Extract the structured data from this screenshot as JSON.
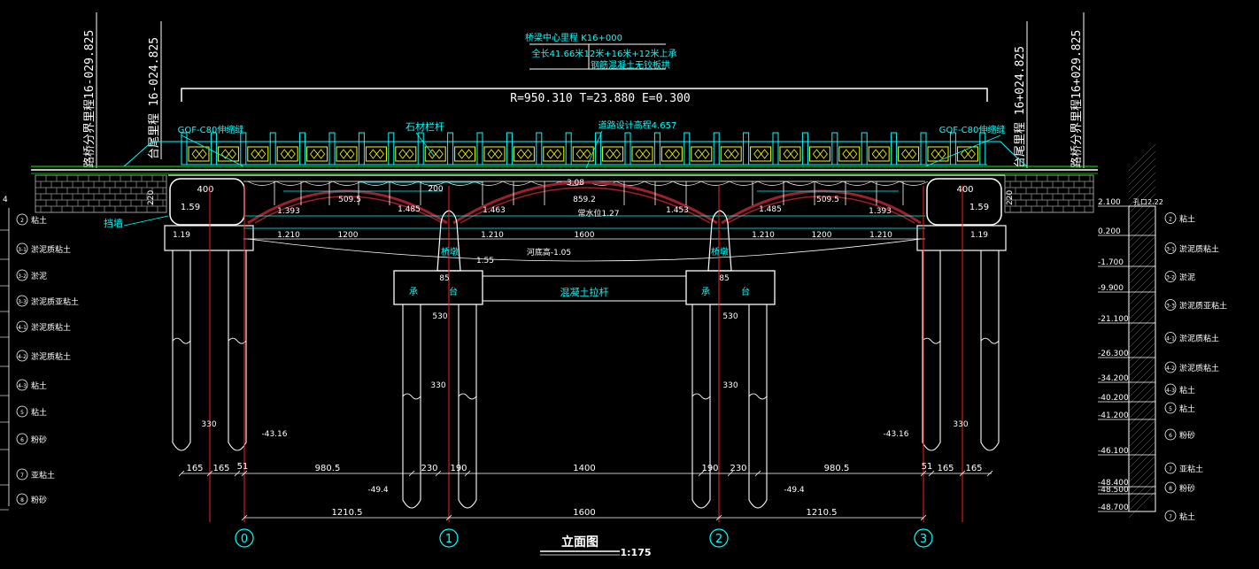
{
  "title_block": {
    "center_station": "桥梁中心里程 K16+000",
    "total_length": "全长41.66米",
    "spans": "12米+16米+12米上承",
    "structure": "钢筋混凝土无铰板拱"
  },
  "curve_params": "R=950.310   T=23.880   E=0.300",
  "stations": {
    "left_outer": "路桥分界里程16-029.825",
    "left_inner": "台尾里程  16-024.825",
    "right_inner": "台尾里程  16+024.825",
    "right_outer": "路桥分界里程16+029.825"
  },
  "labels": {
    "joint_left": "GQF-C80伸缩缝",
    "joint_right": "GQF-C80伸缩缝",
    "railing": "石材栏杆",
    "design_elev": "道路设计高程4.657",
    "retaining": "挡墙",
    "pier_left": "桥墩",
    "pier_right": "桥墩",
    "riverbed": "河底高-1.05",
    "water_level": "常水位1.27",
    "tie_beam": "混凝土拉杆",
    "cap_left_a": "承",
    "cap_left_b": "台",
    "cap_right_a": "承",
    "cap_right_b": "台"
  },
  "dimensions": {
    "abut_box": "400",
    "abut_h": "220",
    "span_side": "509.5",
    "span_mid": "859.2",
    "crown_gap": "200",
    "rise_left": "1.485",
    "rise_mid_a": "1.463",
    "rise_mid_b": "1.453",
    "rise_right": "1.485",
    "elev_159": "1.59",
    "elev_1393": "1.393",
    "elev_119": "1.19",
    "elev_1210": "1.210",
    "span_1200": "1200",
    "span_1600": "1600",
    "crown_308": "3.08",
    "pier_155": "1.55",
    "pier_85": "85",
    "cap_530": "530",
    "pile_330": "330",
    "pile_tip_left": "-43.16",
    "pile_tip_right": "-43.16",
    "pile_tip_mid_l": "-49.4",
    "pile_tip_mid_r": "-49.4",
    "d165": "165",
    "d51": "51",
    "d980": "980.5",
    "d230": "230",
    "d190": "190",
    "d1400": "1400",
    "d1210": "1210.5"
  },
  "axes": [
    "0",
    "1",
    "2",
    "3"
  ],
  "drawing_title": "立面图",
  "scale": "1:175",
  "left_legend": [
    {
      "id": "2",
      "name": "粘土"
    },
    {
      "id": "3-1",
      "name": "淤泥质粘土"
    },
    {
      "id": "3-2",
      "name": "淤泥"
    },
    {
      "id": "3-3",
      "name": "淤泥质亚粘土"
    },
    {
      "id": "4-1",
      "name": "淤泥质粘土"
    },
    {
      "id": "4-2",
      "name": "淤泥质粘土"
    },
    {
      "id": "4-3",
      "name": "粘土"
    },
    {
      "id": "5",
      "name": "粘土"
    },
    {
      "id": "6",
      "name": "粉砂"
    },
    {
      "id": "7",
      "name": "亚粘土"
    },
    {
      "id": "8",
      "name": "粉砂"
    }
  ],
  "left_legend_tag": "4",
  "bore_top": "孔口2.22",
  "bore_layers": [
    {
      "elev": "2.100",
      "id": "2",
      "name": "粘土"
    },
    {
      "elev": "0.200",
      "id": "3-1",
      "name": "淤泥质粘土"
    },
    {
      "elev": "-1.700",
      "id": "3-2",
      "name": "淤泥"
    },
    {
      "elev": "-9.900",
      "id": "3-3",
      "name": "淤泥质亚粘土"
    },
    {
      "elev": "-21.100",
      "id": "4-1",
      "name": "淤泥质粘土"
    },
    {
      "elev": "-26.300",
      "id": "4-2",
      "name": "淤泥质粘土"
    },
    {
      "elev": "-34.200",
      "id": "4-3",
      "name": "粘土"
    },
    {
      "elev": "-40.200",
      "id": "5",
      "name": "粘土"
    },
    {
      "elev": "-41.200",
      "id": "6",
      "name": "粉砂"
    },
    {
      "elev": "-46.100",
      "id": "7",
      "name": "亚粘土"
    },
    {
      "elev": "-48.400",
      "id": "8",
      "name": "粉砂"
    },
    {
      "elev": "-48.500",
      "id": "",
      "name": ""
    },
    {
      "elev": "-48.700",
      "id": "7",
      "name": "粘土"
    }
  ],
  "colors": {
    "background": "#000000",
    "line": "#ffffff",
    "cyan": "#00ffff",
    "red": "#ff2020",
    "arch": "#a0202a",
    "yellow": "#ffff00",
    "green": "#00ff00",
    "gray": "#9a9a9a"
  }
}
